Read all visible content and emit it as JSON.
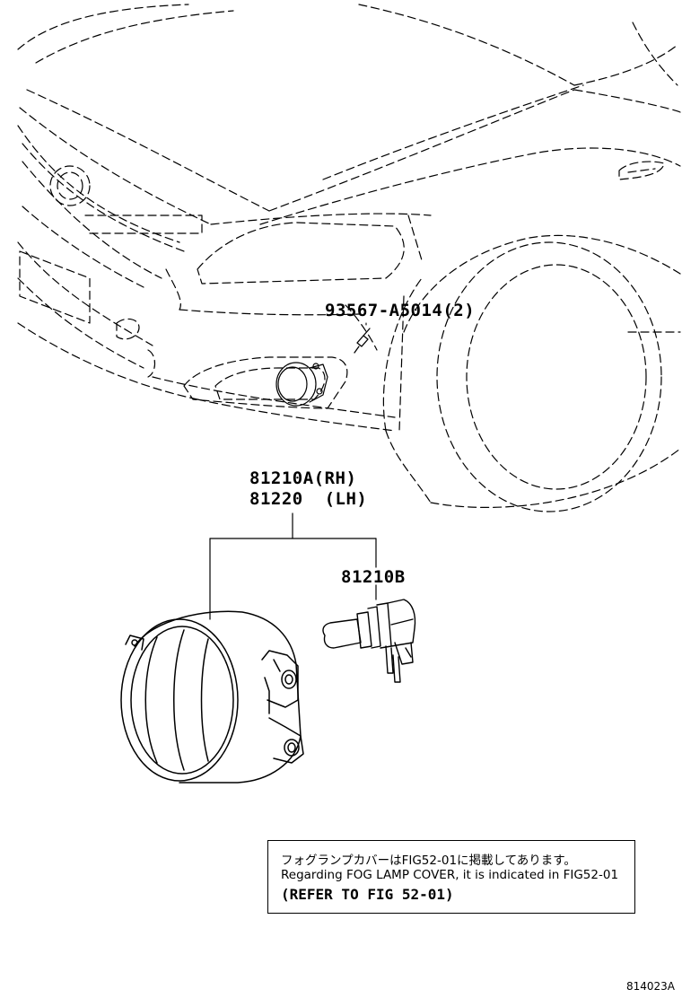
{
  "labels": {
    "screw": "93567-A5014(2)",
    "lamp_rh": "81210A(RH)",
    "lamp_lh": "81220  (LH)",
    "bulb": "81210B"
  },
  "note": {
    "line_jp": "フォグランプカバーはFIG52-01に掲載してあります。",
    "line_en": "Regarding FOG LAMP COVER, it is indicated in FIG52-01",
    "line_ref": "(REFER TO FIG 52-01)"
  },
  "figure_code": "814023A"
}
